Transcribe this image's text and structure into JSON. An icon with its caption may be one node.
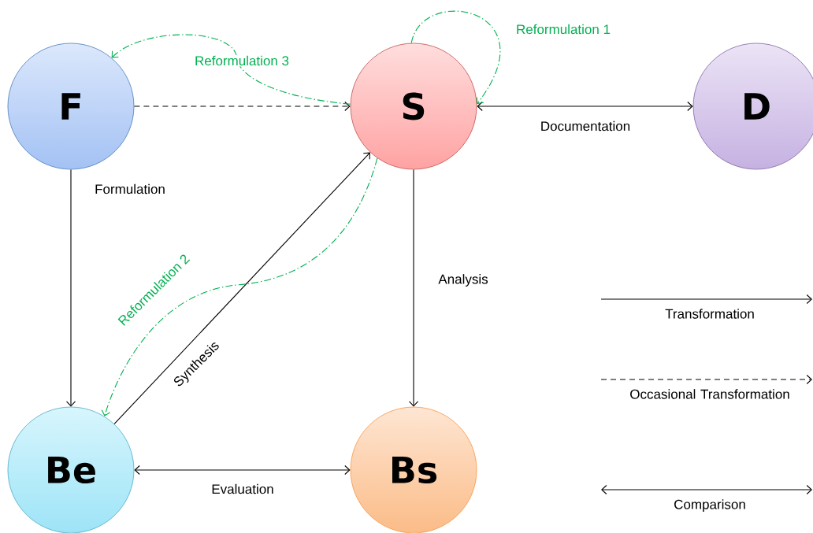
{
  "diagram": {
    "nodes": [
      {
        "text": [
          "F"
        ]
      },
      {
        "text": [
          "S"
        ]
      },
      {
        "text": [
          "D"
        ]
      },
      {
        "text": [
          "Be"
        ]
      },
      {
        "text": [
          "Bs"
        ]
      }
    ],
    "edges": [
      {
        "from": 0,
        "to": 1,
        "arrow": "to",
        "style": "dashed"
      },
      {
        "from": 0,
        "to": 3,
        "arrow": "to",
        "label": "Formulation"
      },
      {
        "from": 3,
        "to": 1,
        "arrow": "to",
        "label": "Synthesis"
      },
      {
        "from": 1,
        "to": 4,
        "arrow": "to",
        "label": "Analysis"
      },
      {
        "from": 3,
        "to": 4,
        "arrow": "both",
        "label": "Evaluation"
      },
      {
        "from": 1,
        "to": 2,
        "arrow": "both",
        "label": "Documentation"
      },
      {
        "from": 1,
        "to": 1,
        "arrow": "to",
        "label": "Reformulation 1",
        "style": "dashed",
        "color": "#00b050"
      },
      {
        "from": 1,
        "to": 3,
        "arrow": "to",
        "label": "Reformulation 2",
        "style": "dashed",
        "color": "#00b050"
      },
      {
        "from": 1,
        "to": 0,
        "arrow": "to",
        "label": "Reformulation 3",
        "style": "dashed",
        "color": "#00b050"
      }
    ],
    "legend": [
      {
        "text": "Transformation"
      },
      {
        "text": "Occasional Transformation"
      },
      {
        "text": "Comparison"
      }
    ]
  }
}
